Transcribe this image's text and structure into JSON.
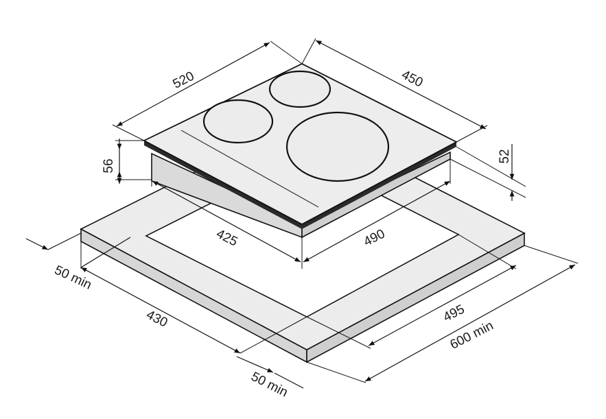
{
  "dimensions": {
    "hob_depth": "520",
    "hob_width": "450",
    "hob_height": "56",
    "hob_inset_height": "52",
    "cutout_depth": "425",
    "cutout_width": "490",
    "side_clearance_left": "50 min",
    "worktop_depth": "430",
    "cutout_length": "495",
    "worktop_width": "600 min",
    "front_clearance": "50 min"
  },
  "colors": {
    "hob_top": "#ededed",
    "hob_side": "#dadada",
    "worktop_top": "#ececec",
    "worktop_side": "#d6d6d6",
    "cutout": "#ffffff",
    "line": "#111111"
  }
}
